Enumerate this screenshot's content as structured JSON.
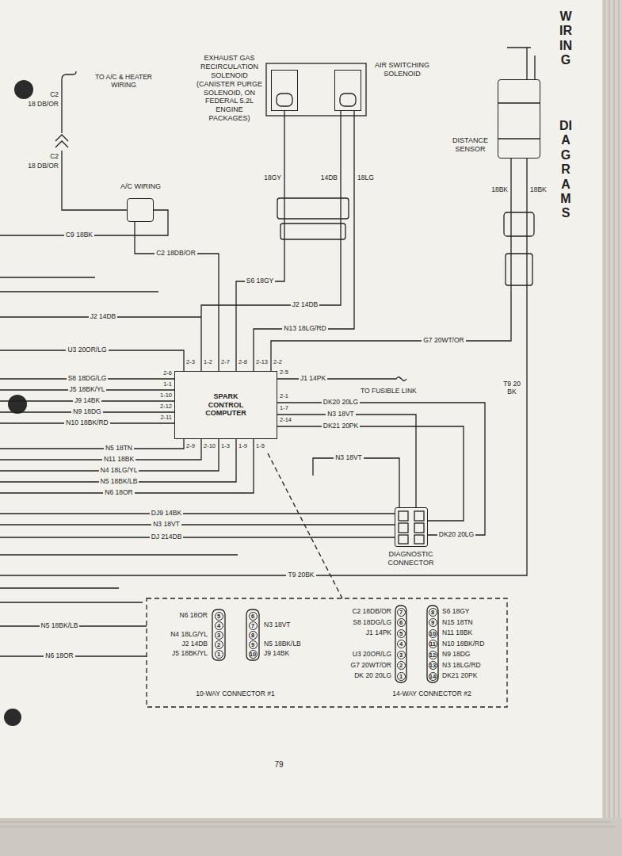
{
  "diagram": {
    "nodes": [
      {
        "text": [
          "EXHAUST GAS RECIRCULATION SOLENOID (CANISTER PURGE SOLENOID, ON FEDERAL 5.2L ENGINE PACKAGES)"
        ]
      },
      {
        "text": [
          "AIR SWITCHING SOLENOID"
        ]
      },
      {
        "text": [
          "DISTANCE SENSOR"
        ]
      },
      {
        "text": [
          "A/C WIRING"
        ]
      },
      {
        "text": [
          "SPARK CONTROL COMPUTER"
        ]
      },
      {
        "text": [
          "DIAGNOSTIC CONNECTOR"
        ]
      }
    ],
    "edges": [
      {
        "from": 3,
        "to": 4,
        "label": "C2 18DB/OR",
        "arrow": "none"
      },
      {
        "from": 0,
        "to": 4,
        "label": "S6 18GY",
        "arrow": "none"
      },
      {
        "from": 1,
        "to": 4,
        "label": "J2 14DB",
        "arrow": "none"
      },
      {
        "from": 1,
        "to": 4,
        "label": "N13 18LG/RD",
        "arrow": "none"
      },
      {
        "from": 2,
        "to": 4,
        "label": "G7 20WT/OR",
        "arrow": "none"
      },
      {
        "from": 4,
        "to": 5,
        "label": "DK20 20LG",
        "arrow": "none"
      },
      {
        "from": 4,
        "to": 5,
        "label": "N3 18VT",
        "arrow": "none"
      },
      {
        "from": 4,
        "to": 5,
        "label": "DK21 20PK",
        "arrow": "none"
      }
    ],
    "labels": [
      "TO A/C & HEATER WIRING",
      "C2",
      "18 DB/OR",
      "C2",
      "18 DB/OR",
      "C9 18BK",
      "18GY",
      "14DB",
      "18LG",
      "18BK",
      "18BK",
      "J2 14DB",
      "U3 20OR/LG",
      "2-3",
      "1-2",
      "2-7",
      "2-8",
      "2-13",
      "2-2",
      "S8 18DG/LG",
      "2-6",
      "J5 18BK/YL",
      "1-1",
      "J9 14BK",
      "1-10",
      "N9 18DG",
      "2-12",
      "N10 18BK/RD",
      "2-11",
      "N5 18TN",
      "2-9",
      "N11 18BK",
      "2-10",
      "N4 18LG/YL",
      "1-3",
      "N5 18BK/LB",
      "1-9",
      "N6 18OR",
      "1-5",
      "J1 14PK",
      "2-5",
      "TO FUSIBLE LINK",
      "2-1",
      "1-7",
      "2-14",
      "T9 20 BK",
      "DK20 20LG",
      "DJ9 14BK",
      "N3 18VT",
      "DJ 214DB",
      "N3 18VT",
      "T9 20BK",
      "N5 18BK/LB",
      "N6 18OR",
      "N6 18OR",
      "5",
      "4",
      "N4 18LG/YL",
      "3",
      "J2 14DB",
      "2",
      "J5 18BK/YL",
      "1",
      "6",
      "N3 18VT",
      "7",
      "8",
      "N5 18BK/LB",
      "9",
      "J9 14BK",
      "10",
      "10-WAY CONNECTOR #1",
      "C2 18DB/OR",
      "7",
      "S8 18DG/LG",
      "6",
      "J1 14PK",
      "5",
      "4",
      "U3 20OR/LG",
      "3",
      "G7 20WT/OR",
      "2",
      "DK 20 20LG",
      "1",
      "S6 18GY",
      "8",
      "N15 18TN",
      "9",
      "N11 18BK",
      "10",
      "N10 18BK/RD",
      "11",
      "N9 18DG",
      "12",
      "N3 18LG/RD",
      "13",
      "DK21 20PK",
      "14",
      "14-WAY CONNECTOR #2",
      "WIRING",
      "DIAGRAMS",
      "79"
    ]
  }
}
